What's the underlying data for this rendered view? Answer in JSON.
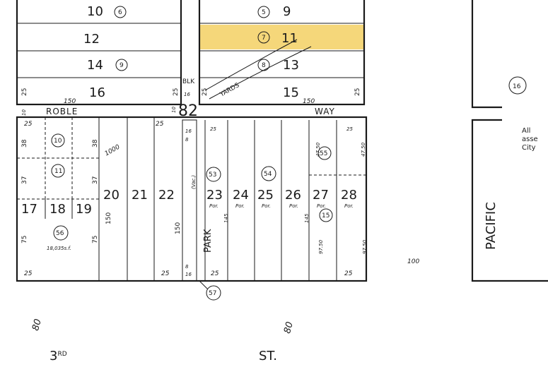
{
  "streets": {
    "roble": "ROBLE",
    "way": "WAY",
    "park": "PARK",
    "pacific": "PACIFIC",
    "third_num": "3",
    "third_sup": "RD",
    "st": "ST.",
    "yards": "YARDS"
  },
  "block": {
    "label": "BLK",
    "number": "82",
    "vac": "(Vac.)"
  },
  "colors": {
    "highlight": "#f5d77a",
    "ink": "#1a1a1a"
  },
  "upper_lots": [
    {
      "lot": "10",
      "parcel": "6"
    },
    {
      "lot": "12",
      "parcel": ""
    },
    {
      "lot": "14",
      "parcel": "9"
    },
    {
      "lot": "16",
      "parcel": ""
    },
    {
      "lot": "9",
      "parcel": "5"
    },
    {
      "lot": "11",
      "parcel": "7",
      "highlighted": true
    },
    {
      "lot": "13",
      "parcel": "8"
    },
    {
      "lot": "15",
      "parcel": ""
    }
  ],
  "lower_lots": [
    "17",
    "18",
    "19",
    "20",
    "21",
    "22",
    "23",
    "24",
    "25",
    "26",
    "27",
    "28"
  ],
  "por": "Por.",
  "parcels": [
    "10",
    "11",
    "56",
    "53",
    "54",
    "55",
    "15",
    "57",
    "16"
  ],
  "dimensions": {
    "d25": "25",
    "d150": "150",
    "d100": "100",
    "d80": "80",
    "d38": "38",
    "d37": "37",
    "d75": "75",
    "d47_50": "47.50",
    "d97_50": "97.50",
    "d145": "145",
    "d16": "16",
    "d8": "8",
    "d10": "10",
    "d1000": "1000",
    "area": "18,035s.f."
  },
  "note_lines": [
    "All",
    "asse",
    "City"
  ]
}
